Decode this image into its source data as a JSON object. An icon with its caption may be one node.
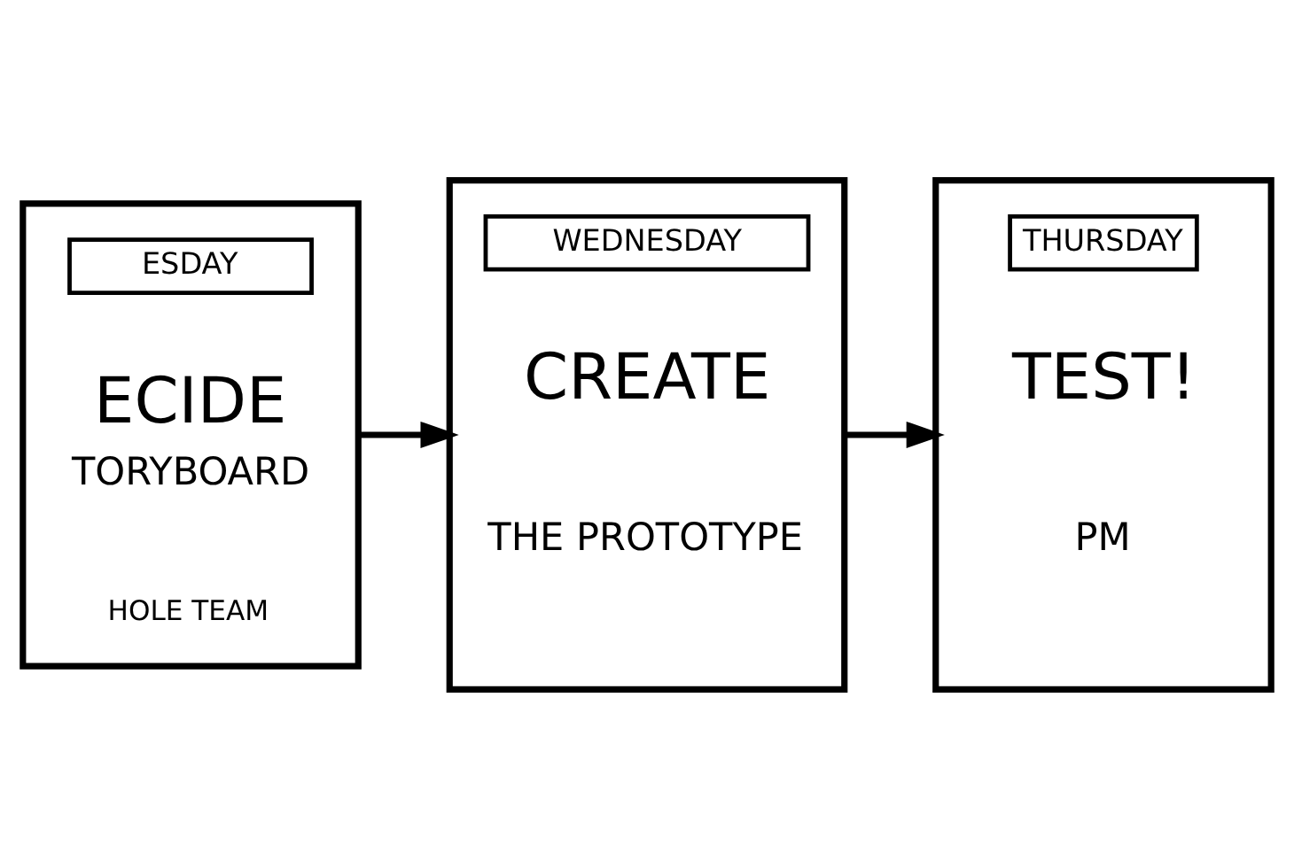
{
  "diagram": {
    "nodes": [
      {
        "text": [
          "ESDAY",
          "ECIDE",
          "TORYBOARD",
          "HOLE TEAM"
        ]
      },
      {
        "text": [
          "WEDNESDAY",
          "CREATE",
          "THE PROTOTYPE"
        ]
      },
      {
        "text": [
          "THURSDAY",
          "TEST!",
          "PM"
        ]
      }
    ],
    "edges": [
      {
        "from": 0,
        "to": 1,
        "arrow": "to"
      },
      {
        "from": 1,
        "to": 2,
        "arrow": "to"
      }
    ]
  }
}
